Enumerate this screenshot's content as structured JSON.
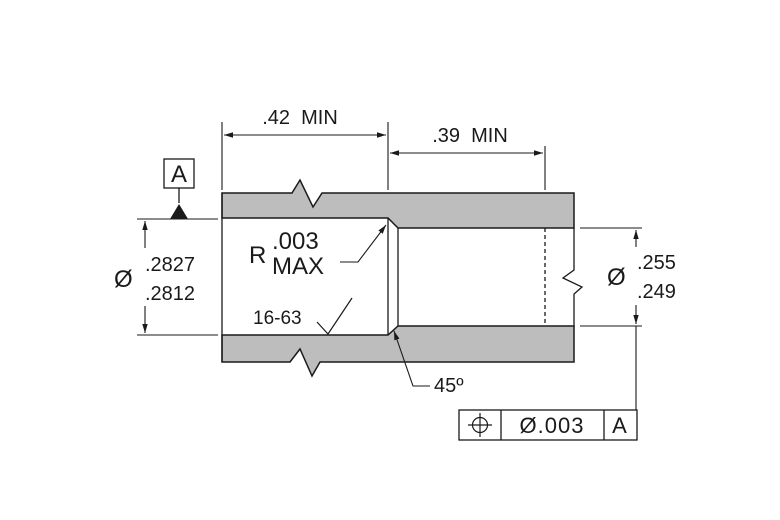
{
  "datum": {
    "label": "A"
  },
  "dimensions": {
    "counterbore_depth": ".42  MIN",
    "bore_depth": ".39  MIN",
    "left_diameter_symbol": "Ø",
    "left_diameter_upper": ".2827",
    "left_diameter_lower": ".2812",
    "right_diameter_symbol": "Ø",
    "right_diameter_upper": ".255",
    "right_diameter_lower": ".249",
    "radius_prefix": "R",
    "radius_value": ".003",
    "radius_suffix": "MAX",
    "surface_finish": "16-63",
    "chamfer_angle": "45º"
  },
  "feature_control_frame": {
    "symbol_icon": "position-icon",
    "tolerance": "Ø.003",
    "datum_ref": "A"
  },
  "colors": {
    "section_fill": "#bdbdbd",
    "line": "#1a1a1a"
  }
}
